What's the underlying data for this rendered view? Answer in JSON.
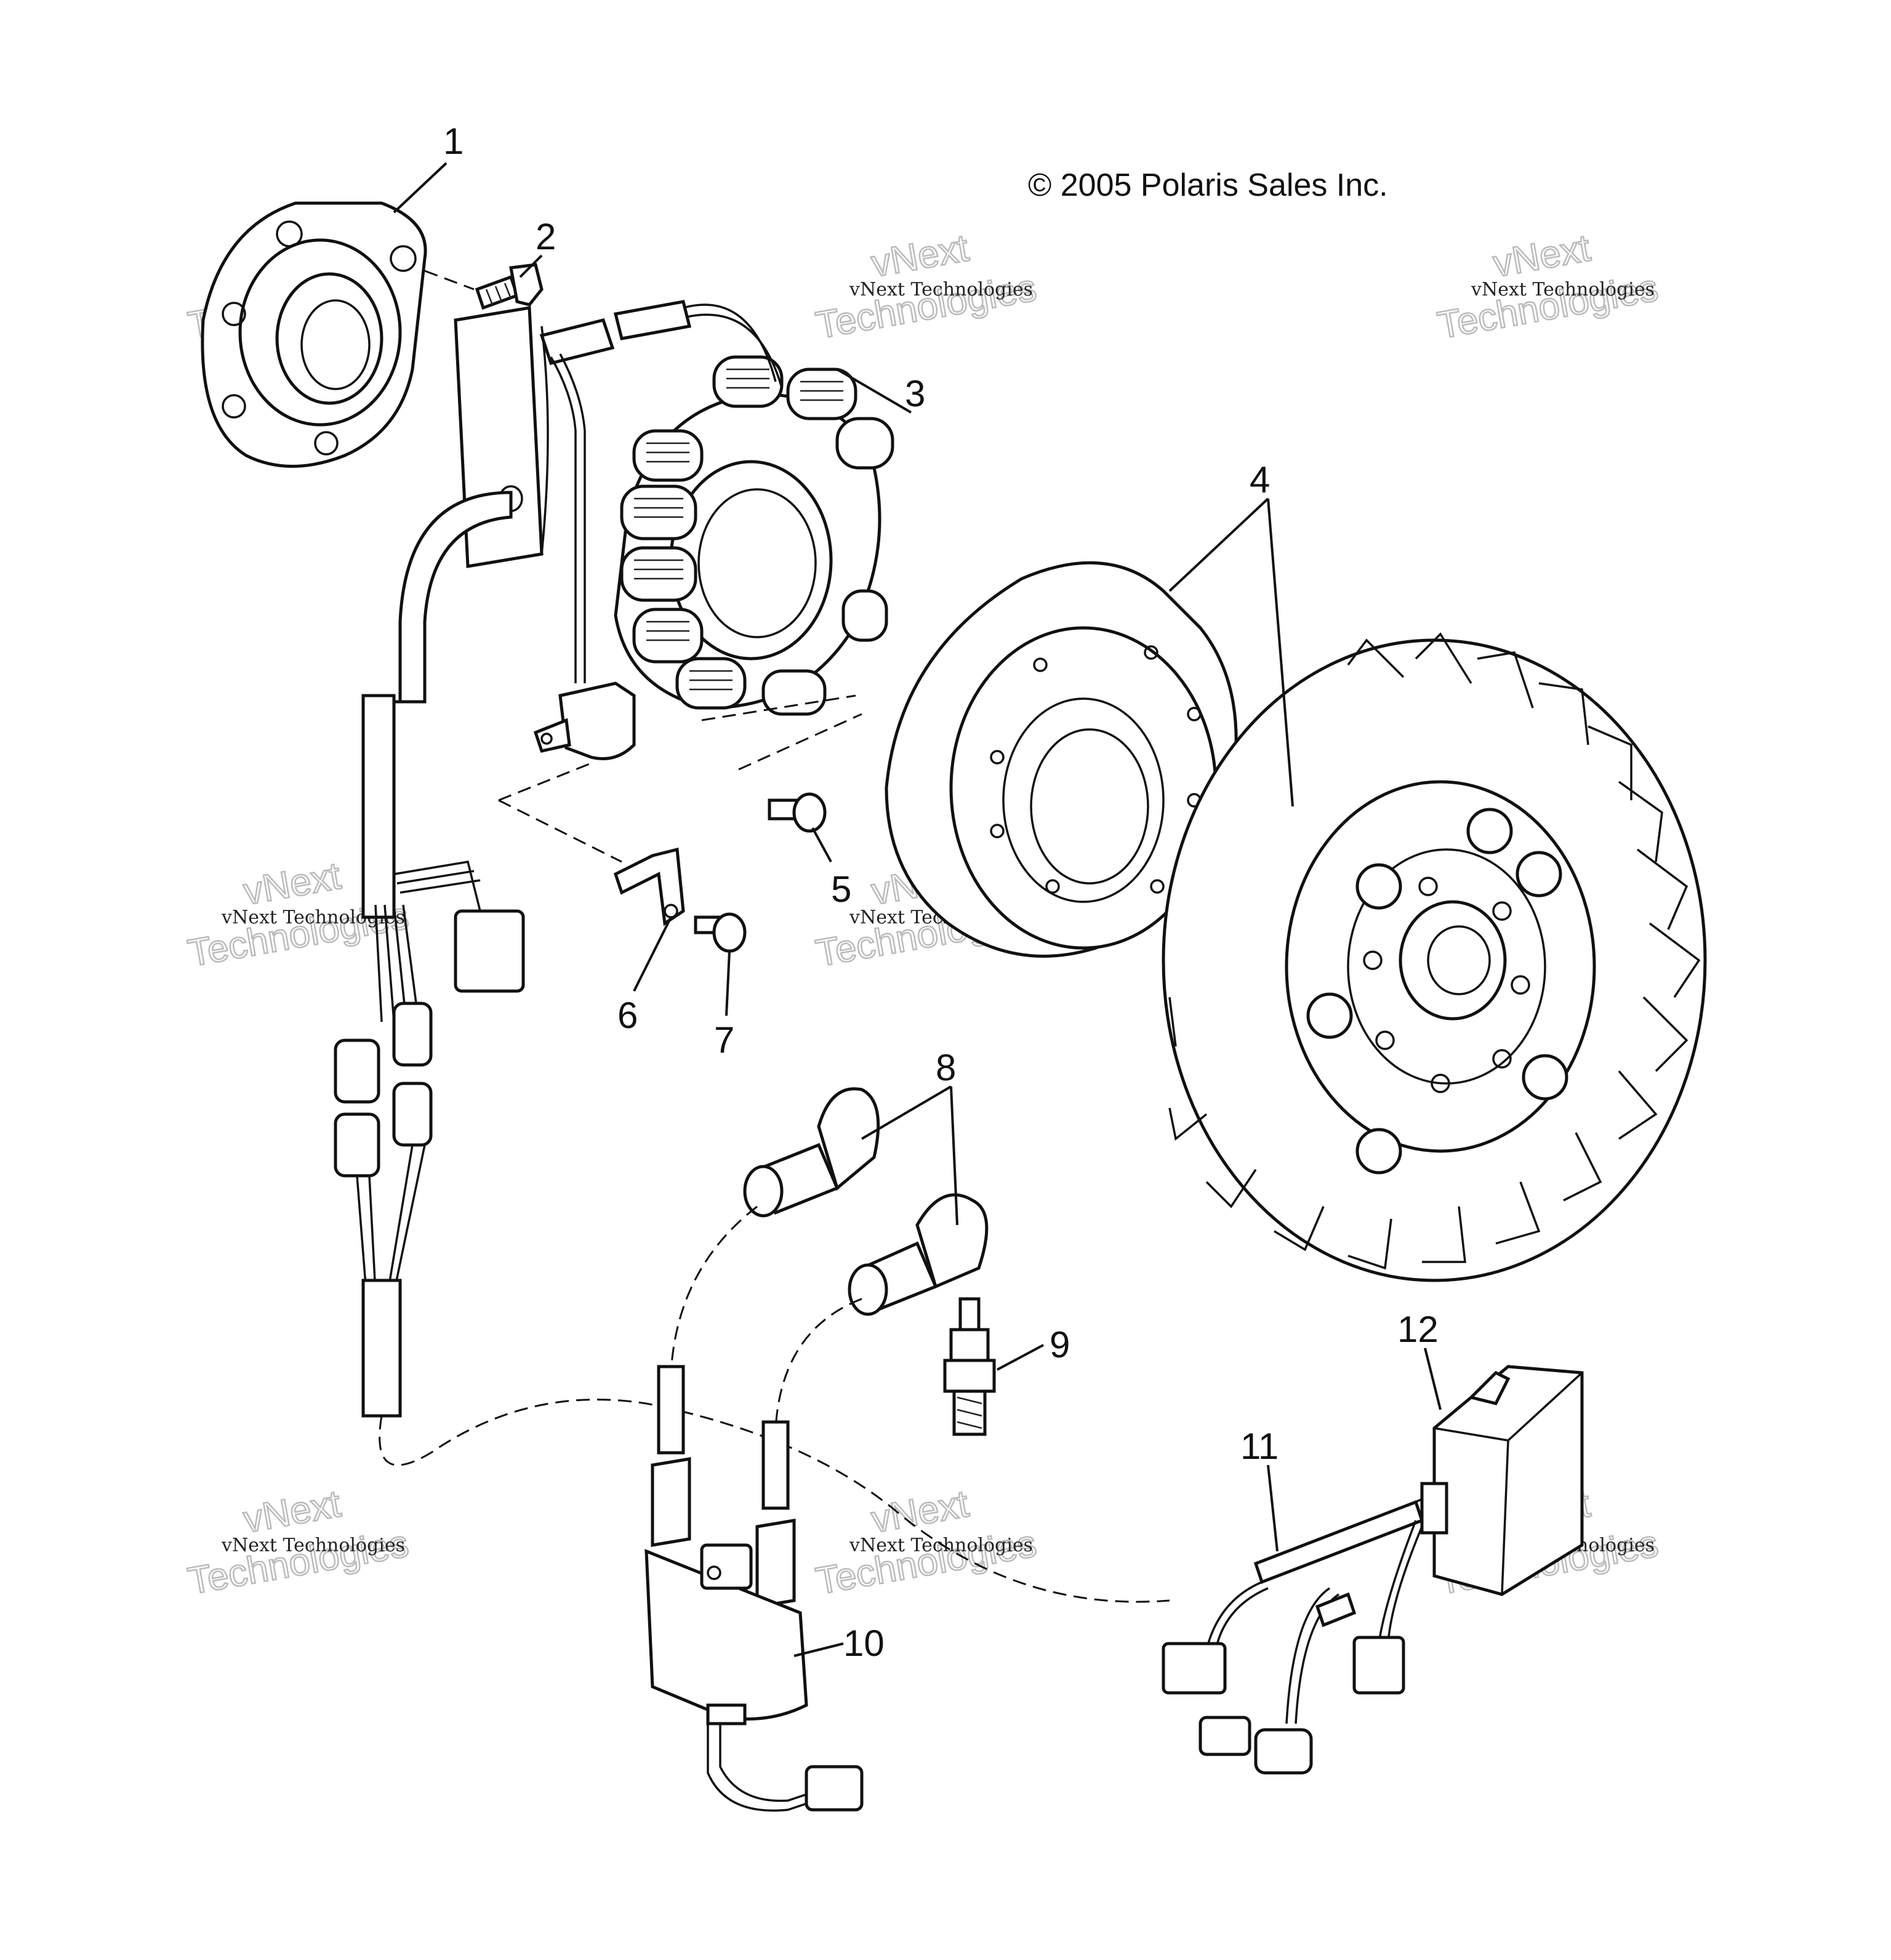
{
  "copyright": "© 2005 Polaris Sales Inc.",
  "watermark": {
    "small": "vNext Technologies",
    "line1": "vNext",
    "line2": "Technologies"
  },
  "callouts": [
    {
      "id": "1",
      "text": "1"
    },
    {
      "id": "2",
      "text": "2"
    },
    {
      "id": "3",
      "text": "3"
    },
    {
      "id": "4",
      "text": "4"
    },
    {
      "id": "5",
      "text": "5"
    },
    {
      "id": "6",
      "text": "6"
    },
    {
      "id": "7",
      "text": "7"
    },
    {
      "id": "8",
      "text": "8"
    },
    {
      "id": "9",
      "text": "9"
    },
    {
      "id": "10",
      "text": "10"
    },
    {
      "id": "11",
      "text": "11"
    },
    {
      "id": "12",
      "text": "12"
    }
  ]
}
